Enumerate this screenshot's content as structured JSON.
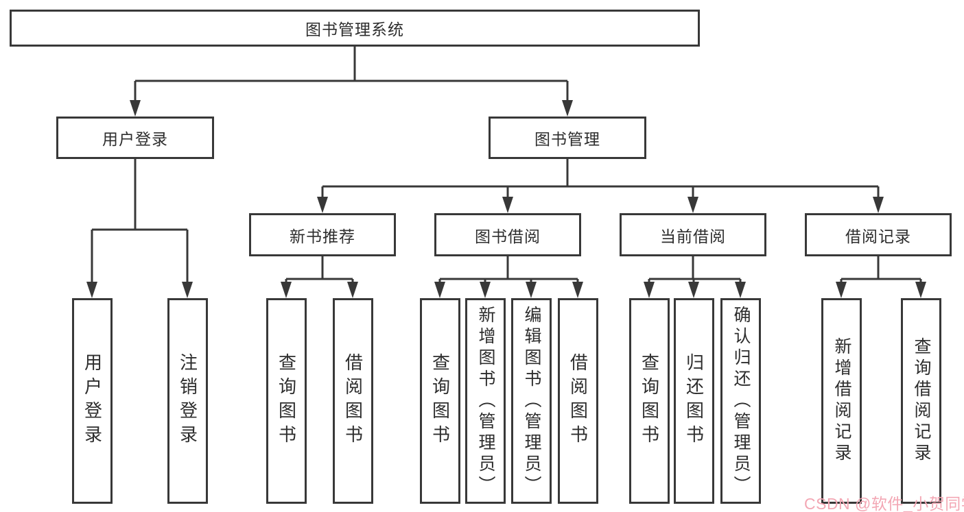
{
  "tree": {
    "root": {
      "label": "图书管理系统"
    },
    "level2": [
      {
        "label": "用户登录",
        "leaves": [
          "用户登录",
          "注销登录"
        ]
      },
      {
        "label": "图书管理",
        "modules": [
          {
            "label": "新书推荐",
            "leaves": [
              "查询图书",
              "借阅图书"
            ]
          },
          {
            "label": "图书借阅",
            "leaves": [
              "查询图书",
              "新增图书（管理员）",
              "编辑图书（管理员）",
              "借阅图书"
            ]
          },
          {
            "label": "当前借阅",
            "leaves": [
              "查询图书",
              "归还图书",
              "确认归还（管理员）"
            ]
          },
          {
            "label": "借阅记录",
            "leaves": [
              "新增借阅记录",
              "查询借阅记录"
            ]
          }
        ]
      }
    ]
  },
  "watermark": {
    "text": "CSDN @软件_小贺同学",
    "color": "#f3a7b4"
  },
  "colors": {
    "line": "#383838",
    "text": "#2d2d2d",
    "box_fill": "#ffffff",
    "background": "#ffffff"
  }
}
